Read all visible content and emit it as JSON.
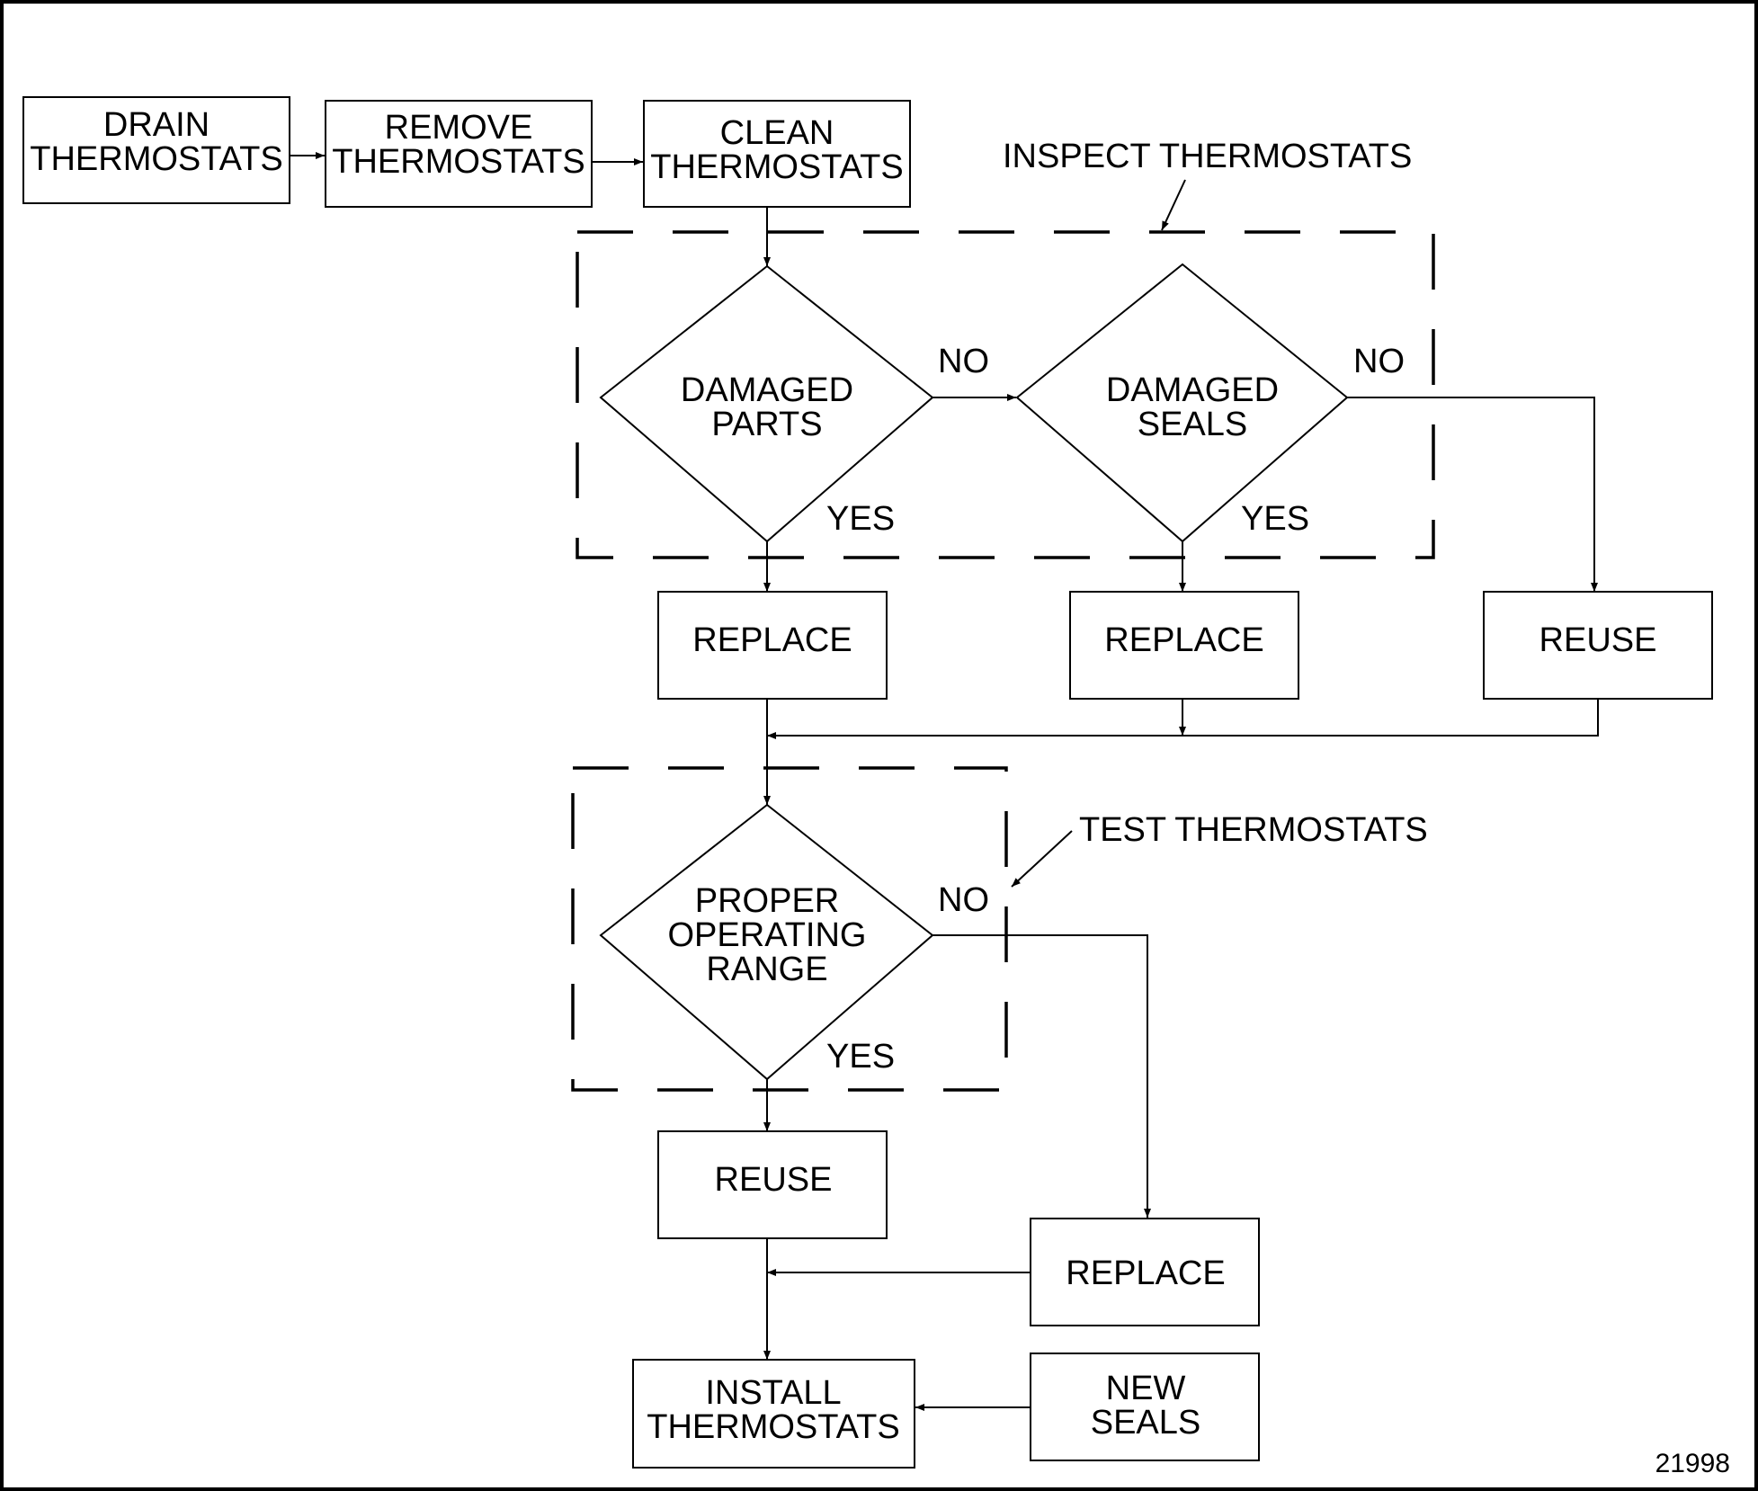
{
  "nodes": {
    "drain": [
      "DRAIN",
      "THERMOSTATS"
    ],
    "remove": [
      "REMOVE",
      "THERMOSTATS"
    ],
    "clean": [
      "CLEAN",
      "THERMOSTATS"
    ],
    "damaged_parts": [
      "DAMAGED",
      "PARTS"
    ],
    "damaged_seals": [
      "DAMAGED",
      "SEALS"
    ],
    "replace_parts": [
      "REPLACE"
    ],
    "replace_seals": [
      "REPLACE"
    ],
    "reuse_inspect": [
      "REUSE"
    ],
    "operating_range": [
      "PROPER",
      "OPERATING",
      "RANGE"
    ],
    "reuse_test": [
      "REUSE"
    ],
    "replace_test": [
      "REPLACE"
    ],
    "install": [
      "INSTALL",
      "THERMOSTATS"
    ],
    "new_seals": [
      "NEW",
      "SEALS"
    ]
  },
  "edge_labels": {
    "parts_no": "NO",
    "parts_yes": "YES",
    "seals_no": "NO",
    "seals_yes": "YES",
    "range_no": "NO",
    "range_yes": "YES"
  },
  "groups": {
    "inspect": "INSPECT THERMOSTATS",
    "test": "TEST THERMOSTATS"
  },
  "figure_number": "21998"
}
